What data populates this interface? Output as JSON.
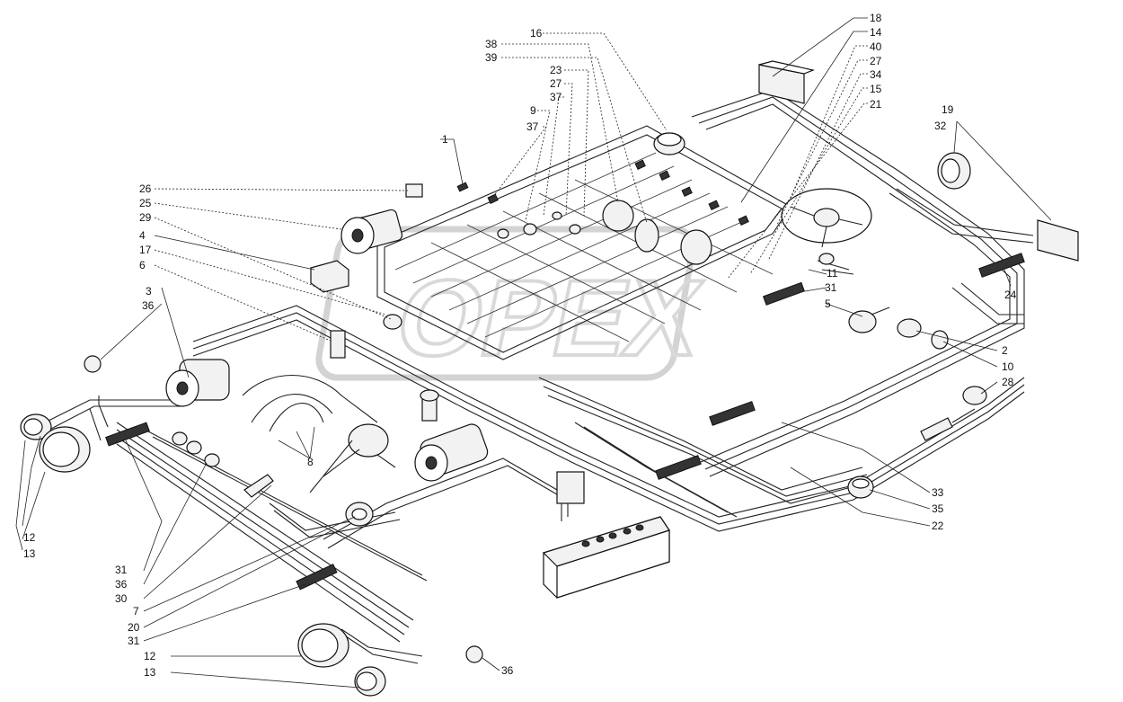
{
  "labels": [
    {
      "id": "l16",
      "text": "16"
    },
    {
      "id": "l18",
      "text": "18"
    },
    {
      "id": "l14",
      "text": "14"
    },
    {
      "id": "l40",
      "text": "40"
    },
    {
      "id": "l27a",
      "text": "27"
    },
    {
      "id": "l34",
      "text": "34"
    },
    {
      "id": "l15",
      "text": "15"
    },
    {
      "id": "l21",
      "text": "21"
    },
    {
      "id": "l38",
      "text": "38"
    },
    {
      "id": "l39",
      "text": "39"
    },
    {
      "id": "l23",
      "text": "23"
    },
    {
      "id": "l27b",
      "text": "27"
    },
    {
      "id": "l37a",
      "text": "37"
    },
    {
      "id": "l9",
      "text": "9"
    },
    {
      "id": "l37b",
      "text": "37"
    },
    {
      "id": "l1",
      "text": "1"
    },
    {
      "id": "l19",
      "text": "19"
    },
    {
      "id": "l32",
      "text": "32"
    },
    {
      "id": "l26",
      "text": "26"
    },
    {
      "id": "l25",
      "text": "25"
    },
    {
      "id": "l29",
      "text": "29"
    },
    {
      "id": "l4",
      "text": "4"
    },
    {
      "id": "l17",
      "text": "17"
    },
    {
      "id": "l6",
      "text": "6"
    },
    {
      "id": "l3",
      "text": "3"
    },
    {
      "id": "l36a",
      "text": "36"
    },
    {
      "id": "l11",
      "text": "11"
    },
    {
      "id": "l31a",
      "text": "31"
    },
    {
      "id": "l5",
      "text": "5"
    },
    {
      "id": "l24",
      "text": "24"
    },
    {
      "id": "l2",
      "text": "2"
    },
    {
      "id": "l10",
      "text": "10"
    },
    {
      "id": "l28",
      "text": "28"
    },
    {
      "id": "l8",
      "text": "8"
    },
    {
      "id": "l33",
      "text": "33"
    },
    {
      "id": "l35",
      "text": "35"
    },
    {
      "id": "l22",
      "text": "22"
    },
    {
      "id": "l12a",
      "text": "12"
    },
    {
      "id": "l13a",
      "text": "13"
    },
    {
      "id": "l31b",
      "text": "31"
    },
    {
      "id": "l36b",
      "text": "36"
    },
    {
      "id": "l30",
      "text": "30"
    },
    {
      "id": "l20",
      "text": "20"
    },
    {
      "id": "l7",
      "text": "7"
    },
    {
      "id": "l31c",
      "text": "31"
    },
    {
      "id": "l12b",
      "text": "12"
    },
    {
      "id": "l13b",
      "text": "13"
    },
    {
      "id": "l36c",
      "text": "36"
    }
  ],
  "watermark": "ОРЕХ"
}
